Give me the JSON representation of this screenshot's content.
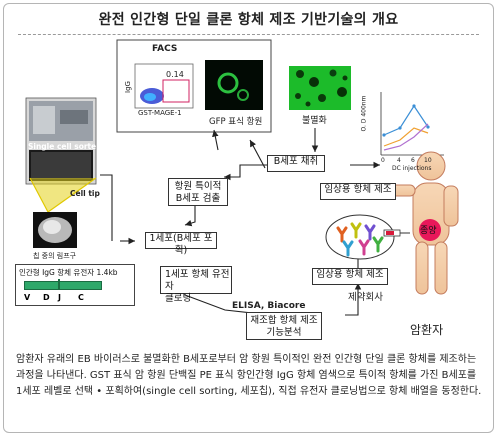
{
  "title": "완전 인간형 단일 클론 항체 제조 기반기술의 개요",
  "facs": {
    "label": "FACS",
    "gate_value": "0.14",
    "y_axis": "IgG",
    "x_axis": "GST-MAGE-1",
    "gfp_caption": "GFP 표식 항원"
  },
  "immortal": {
    "caption": "불멸화"
  },
  "chart": {
    "y_axis": "O. D 400nm",
    "x_axis": "DC injections",
    "ticks": [
      "0",
      "4",
      "6",
      "10"
    ],
    "colors": [
      "#3b8fd6",
      "#f0a030",
      "#b070d0"
    ]
  },
  "sorter": {
    "label": "Single cell sorter",
    "tip": "Cell tip"
  },
  "lymph": {
    "caption": "칩 중의 림프구"
  },
  "gene": {
    "title": "인간형 IgG 항체 유전자 1.4kb",
    "segments": [
      "V",
      "D",
      "J",
      "C"
    ]
  },
  "steps": {
    "b_collect": "B세포 채취",
    "antigen_detect_1": "항원 특이적",
    "antigen_detect_2": "B세포 검출",
    "capture": "1세포(B세포 포획)",
    "cloning_1": "1세포 항체 유전자",
    "cloning_2": "클로닝",
    "elisa": "ELISA, Biacore",
    "recomb_1": "재조합 항체 제조",
    "recomb_2": "기능분석",
    "clinical_top": "임상용 항체 제조",
    "clinical_bottom": "임상용 항체 제조",
    "pharma": "제약회사"
  },
  "patient": {
    "tumor": "종양",
    "label": "암환자"
  },
  "caption": "암환자 유래의 EB 바이러스로 불멸화한 B세포로부터 암 항원 특이적인 완전 인간형 단일 클론 항체를 제조하는 과정을 나타낸다. GST 표식 암 항원 단백질 PE 표식 항인간형 IgG 항체 염색으로 특이적 항체를 가진 B세포를 1세포 레벨로 선택 • 포획하여(single cell sorting, 세포칩), 직접 유전자 클로닝법으로 항체 배열을 동정한다."
}
